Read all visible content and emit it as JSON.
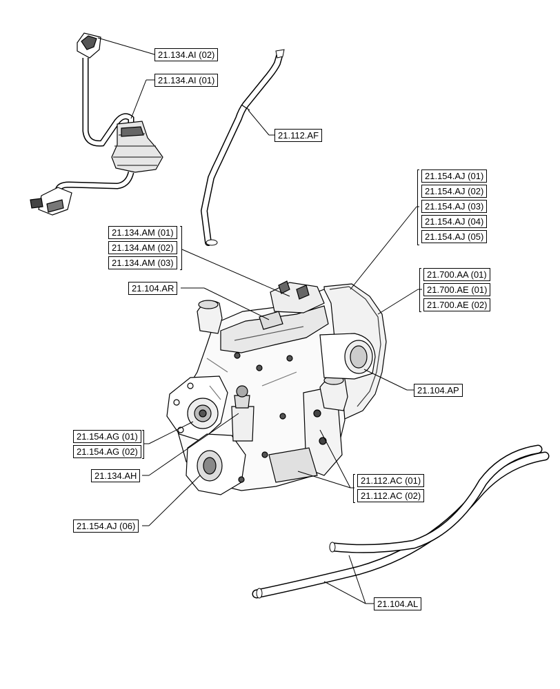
{
  "callouts": {
    "ai02": "21.134.AI (02)",
    "ai01": "21.134.AI (01)",
    "af": "21.112.AF",
    "aj01": "21.154.AJ (01)",
    "aj02": "21.154.AJ (02)",
    "aj03": "21.154.AJ (03)",
    "aj04": "21.154.AJ (04)",
    "aj05": "21.154.AJ (05)",
    "am01": "21.134.AM (01)",
    "am02": "21.134.AM (02)",
    "am03": "21.134.AM (03)",
    "ar": "21.104.AR",
    "aa01": "21.700.AA (01)",
    "ae01": "21.700.AE (01)",
    "ae02": "21.700.AE (02)",
    "ap": "21.104.AP",
    "ag01": "21.154.AG (01)",
    "ag02": "21.154.AG (02)",
    "ah": "21.134.AH",
    "ac01": "21.112.AC (01)",
    "ac02": "21.112.AC (02)",
    "aj06": "21.154.AJ (06)",
    "al": "21.104.AL"
  },
  "colors": {
    "line": "#000000",
    "fill": "#ffffff",
    "shade": "#c8c8c8",
    "dark": "#4a4a4a"
  }
}
